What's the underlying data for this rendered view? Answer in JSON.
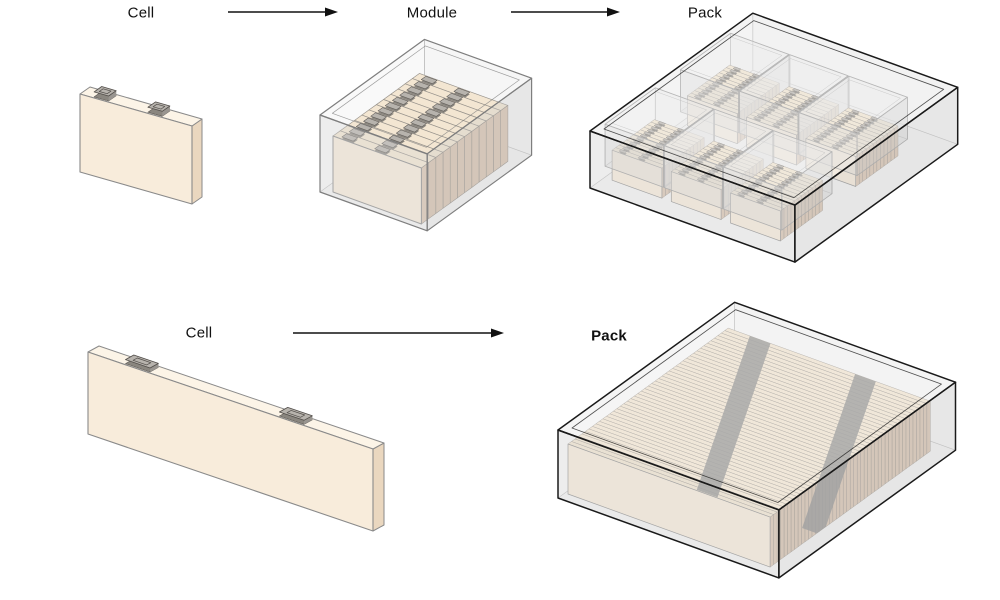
{
  "diagram": {
    "top_flow": {
      "cell_label": "Cell",
      "module_label": "Module",
      "pack_label": "Pack"
    },
    "bottom_flow": {
      "cell_label": "Cell",
      "pack_label": "Pack"
    },
    "counts": {
      "module_cells": 12,
      "pack_modules": 6,
      "pack_module_rows": 2,
      "pack_module_cols": 3,
      "ctp_pack_cells": 46,
      "terminals_per_cell": 2,
      "ctp_crossbeams": 2
    },
    "colors": {
      "cell_face": "#f8ecdb",
      "cell_top": "#fcf4e7",
      "cell_side": "#ead7bf",
      "cell_stack_top": "#f3e6d2",
      "cell_stack_side": "#d9c4b0",
      "terminal": "#b7b3ad",
      "terminal_dark": "#8a867f",
      "enclosure_stroke": "#7e7e7e",
      "pack_stroke": "#1a1a1a",
      "crossbeam": "#8d8d8d",
      "arrow": "#111111",
      "label": "#111111",
      "background": "#ffffff"
    }
  }
}
